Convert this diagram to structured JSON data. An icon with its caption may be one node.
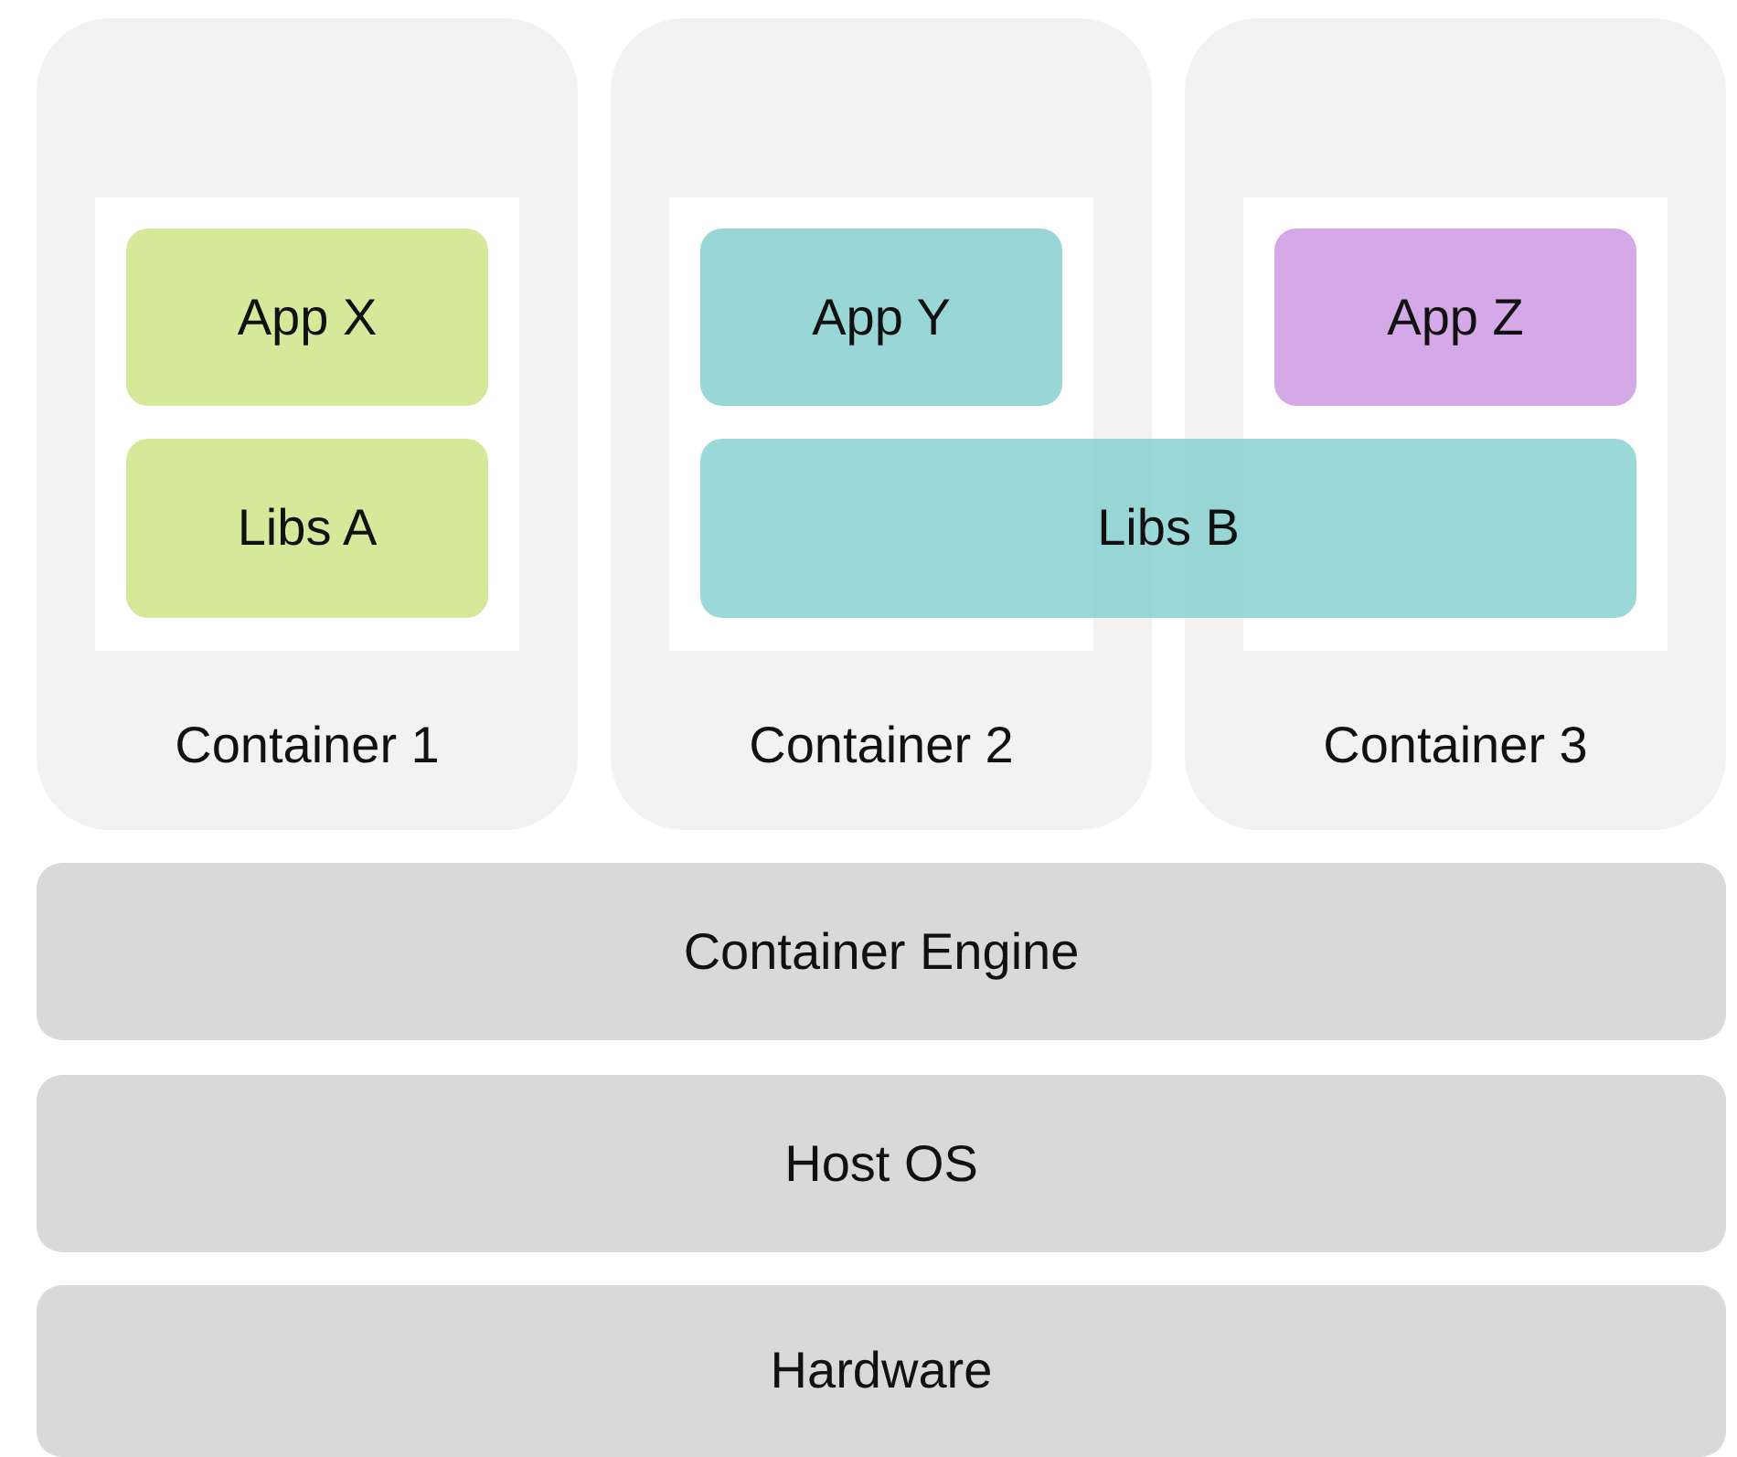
{
  "diagram": {
    "nodes": [
      {
        "text": [
          "Container 1"
        ]
      },
      {
        "text": [
          "App X"
        ],
        "in": 0
      },
      {
        "text": [
          "Libs A"
        ],
        "in": 0
      },
      {
        "text": [
          "Container 2"
        ]
      },
      {
        "text": [
          "App Y"
        ],
        "in": 3
      },
      {
        "text": [
          "Container 3"
        ]
      },
      {
        "text": [
          "App Z"
        ],
        "in": 5
      },
      {
        "text": [
          "Libs B"
        ]
      },
      {
        "text": [
          "Container Engine"
        ]
      },
      {
        "text": [
          "Host OS"
        ]
      },
      {
        "text": [
          "Hardware"
        ]
      }
    ]
  }
}
